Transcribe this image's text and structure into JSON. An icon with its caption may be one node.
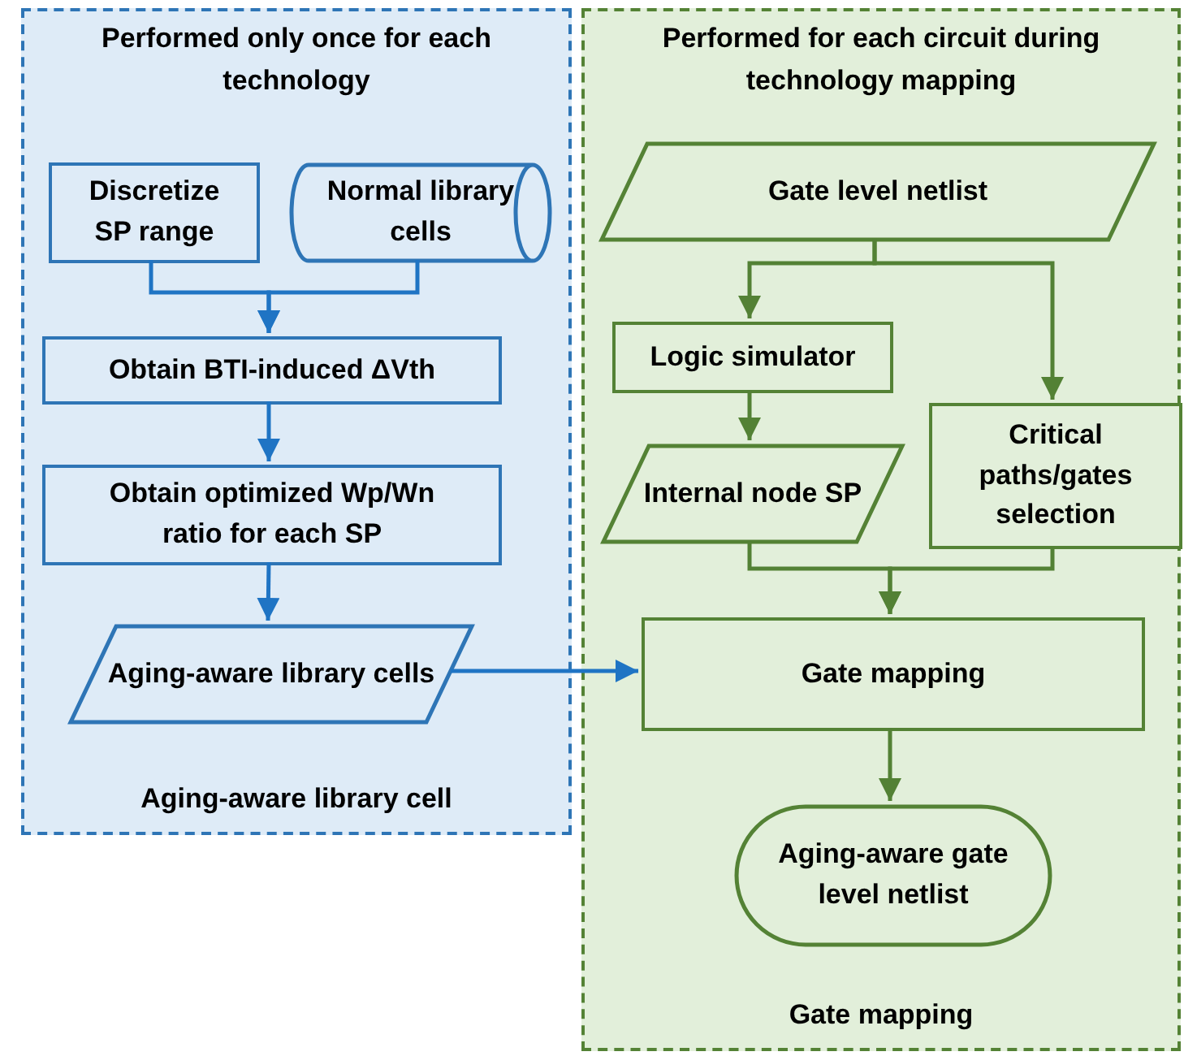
{
  "diagram": {
    "nodes": [
      {
        "text": [
          "Performed only once for each technology",
          "Aging-aware library cell"
        ]
      },
      {
        "text": [
          "Discretize SP range"
        ],
        "in": 0
      },
      {
        "text": [
          "Normal library cells"
        ],
        "in": 0
      },
      {
        "text": [
          "Obtain BTI-induced ΔVth"
        ],
        "in": 0
      },
      {
        "text": [
          "Obtain optimized Wp/Wn ratio for each SP"
        ],
        "in": 0
      },
      {
        "text": [
          "Aging-aware library cells"
        ],
        "in": 0
      },
      {
        "text": [
          "Performed for each circuit during technology mapping",
          "Gate mapping"
        ]
      },
      {
        "text": [
          "Gate level netlist"
        ],
        "in": 6
      },
      {
        "text": [
          "Logic simulator"
        ],
        "in": 6
      },
      {
        "text": [
          "Internal node SP"
        ],
        "in": 6
      },
      {
        "text": [
          "Critical paths/gates selection"
        ],
        "in": 6
      },
      {
        "text": [
          "Gate mapping"
        ],
        "in": 6
      },
      {
        "text": [
          "Aging-aware gate level netlist"
        ],
        "in": 6
      }
    ],
    "edges": [
      {
        "from": 1,
        "to": 3,
        "arrow": "to",
        "color": "#1f74c4"
      },
      {
        "from": 2,
        "to": 3,
        "arrow": "to",
        "color": "#1f74c4"
      },
      {
        "from": 3,
        "to": 4,
        "arrow": "to",
        "color": "#1f74c4"
      },
      {
        "from": 4,
        "to": 5,
        "arrow": "to",
        "color": "#1f74c4"
      },
      {
        "from": 5,
        "to": 11,
        "arrow": "to",
        "color": "#1f74c4"
      },
      {
        "from": 7,
        "to": 8,
        "arrow": "to",
        "color": "#538135"
      },
      {
        "from": 7,
        "to": 10,
        "arrow": "to",
        "color": "#538135"
      },
      {
        "from": 8,
        "to": 9,
        "arrow": "to",
        "color": "#538135"
      },
      {
        "from": 9,
        "to": 11,
        "arrow": "to",
        "color": "#538135"
      },
      {
        "from": 10,
        "to": 11,
        "arrow": "to",
        "color": "#538135"
      },
      {
        "from": 11,
        "to": 12,
        "arrow": "to",
        "color": "#538135"
      }
    ]
  }
}
